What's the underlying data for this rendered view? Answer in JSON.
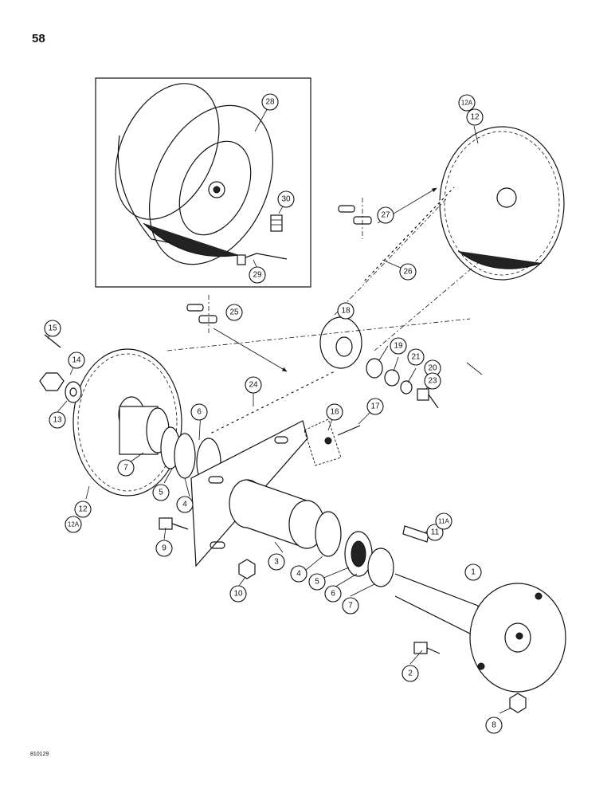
{
  "page_number": "58",
  "doc_code": "810129",
  "callouts": [
    "1",
    "2",
    "3",
    "4",
    "4",
    "5",
    "5",
    "6",
    "6",
    "7",
    "7",
    "8",
    "9",
    "10",
    "11",
    "11A",
    "12",
    "12A",
    "12",
    "12A",
    "13",
    "14",
    "15",
    "16",
    "17",
    "18",
    "19",
    "20",
    "21",
    "23",
    "24",
    "25",
    "26",
    "27",
    "28",
    "29",
    "30"
  ],
  "colors": {
    "ink": "#111111",
    "paper": "#ffffff"
  }
}
